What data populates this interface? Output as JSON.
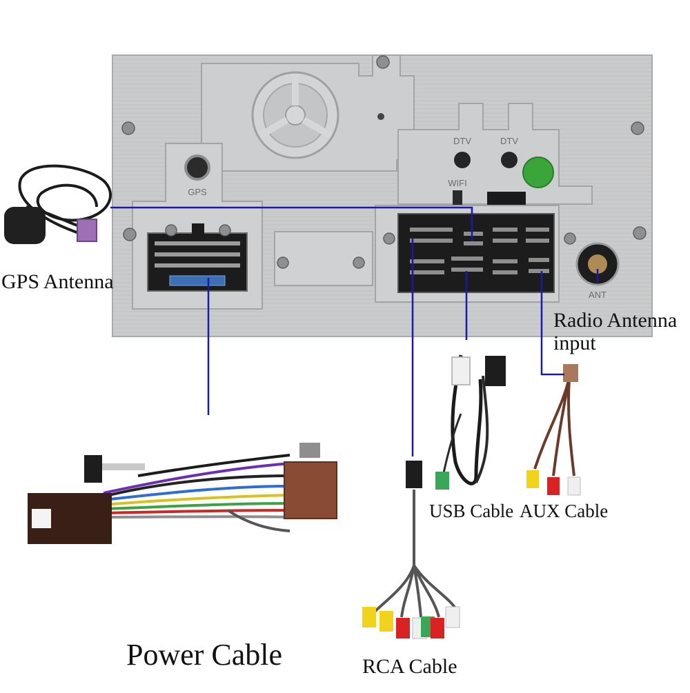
{
  "labels": {
    "gps_antenna": "GPS Antenna",
    "radio_antenna_line1": "Radio Antenna",
    "radio_antenna_line2": "input",
    "usb_cable": "USB Cable",
    "aux_cable": "AUX Cable",
    "power_cable": "Power Cable",
    "rca_cable": "RCA Cable"
  },
  "panel": {
    "gps_port": "GPS",
    "dtv_left": "DTV",
    "dtv_right": "DTV",
    "wifi": "WIFI",
    "ant": "ANT"
  },
  "connector_line_color": "#1a1aa8",
  "panel_color": "#c8c9cb"
}
